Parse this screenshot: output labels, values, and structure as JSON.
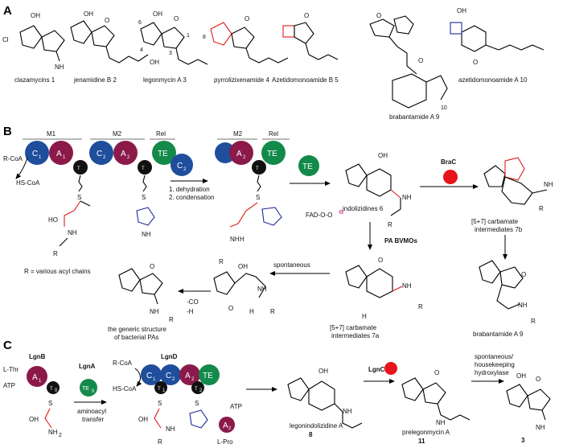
{
  "panels": {
    "a": "A",
    "b": "B",
    "c": "C"
  },
  "colors": {
    "blue_domain": "#1f4e9c",
    "maroon_domain": "#8b1a4a",
    "green_domain": "#138a4a",
    "carrier_black": "#111111",
    "red_enzyme": "#e8141b",
    "red_bond": "#e01a1a",
    "blue_bond": "#1f2a9c",
    "magenta_oxygen": "#c0147a"
  },
  "compounds_a": [
    "clazamycins 1",
    "jenamidine B 2",
    "legonmycin A 3",
    "pyrrolizixenamide 4",
    "Azetidomonoamide B 5",
    "brabantamide A 9",
    "azetidomonoamide A 10"
  ],
  "atoms_a": {
    "cl": "Cl",
    "oh": "OH",
    "nh": "NH",
    "n": "N",
    "o": "O",
    "h": "H",
    "n6": "6",
    "n1": "1",
    "n8": "8",
    "n4": "4",
    "n3": "3",
    "n2": "2",
    "n10": "10"
  },
  "panel_b": {
    "modules": [
      "M1",
      "M2",
      "Rel",
      "M2",
      "Rel"
    ],
    "domains": {
      "c1": "C",
      "a1": "A",
      "t1": "T",
      "c2": "C",
      "a2": "A",
      "t2": "T",
      "te": "TE"
    },
    "subs": {
      "one": "1",
      "two": "2"
    },
    "rcoa": "R-CoA",
    "hscoa": "HS-CoA",
    "c2_standalone": "C",
    "steps": [
      "1. dehydration",
      "2. condensation"
    ],
    "te": "TE",
    "brac": "BraC",
    "pa_bvmos": "PA BVMOs",
    "spontaneous": "spontaneous",
    "r_note": "R = various acyl chains",
    "loss": [
      "-CO",
      "-H",
      "O"
    ],
    "fad": "FAD-O-O",
    "h2o": "H",
    "generic": [
      "the generic structure",
      "of bacterial PAs"
    ],
    "indolizidines": "indolizidines 6",
    "carbamate_b": [
      "[5+7] carbamate",
      "intermediates 7b"
    ],
    "carbamate_a": [
      "[5+7] carbamate",
      "intermediates 7a"
    ],
    "brabantamide": "brabantamide A 9",
    "atoms": {
      "s": "S",
      "o": "O",
      "oh": "OH",
      "nh": "NH",
      "n": "N",
      "r": "R",
      "ho": "HO",
      "h": "H",
      "o_minus": "⊖"
    }
  },
  "panel_c": {
    "lgnb": "LgnB",
    "lgna": "LgnA",
    "lgnd": "LgnD",
    "lgnc": "LgnC",
    "lthr": "L-Thr",
    "atp": "ATP",
    "lpro": "L-Pro",
    "te_ii": "TE",
    "te_ii_sub": "II",
    "aminoacyl": [
      "aminoacyl",
      "transfer"
    ],
    "rcoa": "R-CoA",
    "hscoa": "HS-CoA",
    "domains": {
      "a1": "A",
      "t0": "T",
      "c1": "C",
      "c2": "C",
      "a2": "A",
      "te": "TE",
      "t1": "T",
      "t2": "T",
      "a2b": "A"
    },
    "subs": {
      "zero": "0",
      "one": "1",
      "two": "2"
    },
    "spont": [
      "spontaneous/",
      "housekeeping",
      "hydroxylase"
    ],
    "legonindolizidine": [
      "legonindolizidine A",
      "8"
    ],
    "prelegonmycin": [
      "prelegonmycin A",
      "11"
    ],
    "final_num": "3",
    "atoms": {
      "s": "S",
      "o": "O",
      "oh": "OH",
      "ho": "HO",
      "nh": "NH",
      "nh2": "NH",
      "n": "N",
      "r": "R",
      "two": "2"
    }
  }
}
